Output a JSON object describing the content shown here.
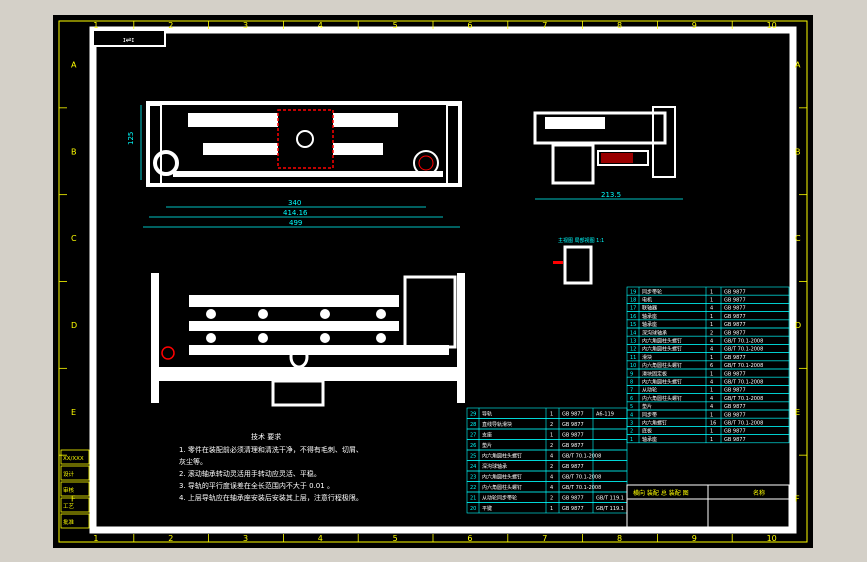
{
  "frame": {
    "columns": [
      "1",
      "2",
      "3",
      "4",
      "5",
      "6",
      "7",
      "8",
      "9",
      "10"
    ],
    "rows": [
      "A",
      "B",
      "C",
      "D",
      "E",
      "F"
    ],
    "corner_tag": "ɪ⇌ɪ"
  },
  "dimensions": {
    "height_left": "125",
    "width_inner": "340",
    "width_mid": "414.16",
    "width_total": "499",
    "side_width": "213.5"
  },
  "tech_notes": {
    "title": "技术 要求",
    "lines": [
      "1. 零件在装配前必须清理和清洗干净，不得有毛刺、切屑、",
      "灰尘等。",
      "2. 滚动轴承转动灵活用手转动应灵活、平稳。",
      "3. 导轨的平行度误差在全长范围内不大于 0.01 。",
      "4. 上层导轨应在轴承座安装后安装其上层，注意行程极限。"
    ]
  },
  "title_block": {
    "drawing_title": "横向 装配 总 装配 图",
    "label2": "名称"
  },
  "left_strip": [
    "XX/XXX",
    "设计",
    "审核",
    "工艺",
    "批准"
  ],
  "bom_right": [
    [
      "19",
      "同步带轮",
      "1",
      "GB 9877"
    ],
    [
      "18",
      "电机",
      "1",
      "GB 9877"
    ],
    [
      "17",
      "联轴器",
      "4",
      "GB 9877"
    ],
    [
      "16",
      "轴承座",
      "1",
      "GB 9877"
    ],
    [
      "15",
      "轴承座",
      "1",
      "GB 9877"
    ],
    [
      "14",
      "深沟球轴承",
      "2",
      "GB 9877"
    ],
    [
      "13",
      "内六角圆柱头螺钉",
      "4",
      "GB/T 70.1-2008"
    ],
    [
      "12",
      "内六角圆柱头螺钉",
      "4",
      "GB/T 70.1-2008"
    ],
    [
      "11",
      "滑块",
      "1",
      "GB 9877"
    ],
    [
      "10",
      "内六角圆柱头螺钉",
      "6",
      "GB/T 70.1-2008"
    ],
    [
      "9",
      "滑块固定板",
      "1",
      "GB 9877"
    ],
    [
      "8",
      "内六角圆柱头螺钉",
      "4",
      "GB/T 70.1-2008"
    ],
    [
      "7",
      "从动轮",
      "1",
      "GB 9877"
    ],
    [
      "6",
      "内六角圆柱头螺钉",
      "4",
      "GB/T 70.1-2008"
    ],
    [
      "5",
      "垫片",
      "4",
      "GB 9877"
    ],
    [
      "4",
      "同步带",
      "1",
      "GB 9877"
    ],
    [
      "3",
      "内六角螺钉",
      "16",
      "GB/T 70.1-2008"
    ],
    [
      "2",
      "底板",
      "1",
      "GB 9877"
    ],
    [
      "1",
      "轴承座",
      "1",
      "GB 9877"
    ]
  ],
  "bom_left": [
    [
      "29",
      "导轨",
      "1",
      "GB 9877",
      "A6-119"
    ],
    [
      "28",
      "直线导轨滑块",
      "2",
      "GB 9877",
      ""
    ],
    [
      "27",
      "支座",
      "1",
      "GB 9877",
      ""
    ],
    [
      "26",
      "垫片",
      "2",
      "GB 9877",
      ""
    ],
    [
      "25",
      "内六角圆柱头螺钉",
      "4",
      "GB/T 70.1-2008",
      ""
    ],
    [
      "24",
      "深沟球轴承",
      "2",
      "GB 9877",
      ""
    ],
    [
      "23",
      "内六角圆柱头螺钉",
      "4",
      "GB/T 70.1-2008",
      ""
    ],
    [
      "22",
      "内六角圆柱头螺钉",
      "4",
      "GB/T 70.1-2008",
      ""
    ],
    [
      "21",
      "从动轮同步带轮",
      "2",
      "GB 9877",
      "GB/T 119.1"
    ],
    [
      "20",
      "平键",
      "1",
      "GB 9877",
      "GB/T 119.1"
    ]
  ],
  "small_view_label": "主视图 局部视图 1:1"
}
